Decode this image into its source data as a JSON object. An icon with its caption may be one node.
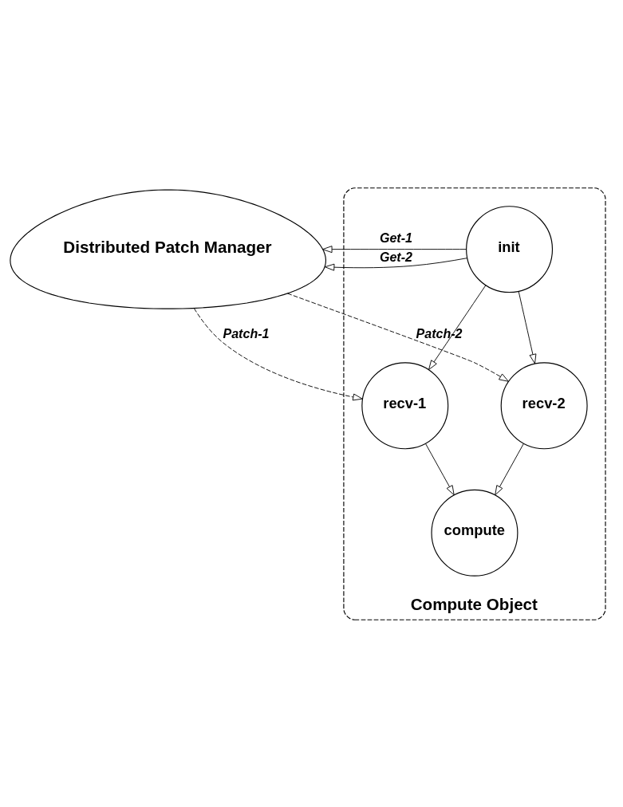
{
  "diagram": {
    "nodes": [
      {
        "text": [
          "Distributed Patch Manager"
        ]
      },
      {
        "text": [
          "Compute Object"
        ]
      },
      {
        "text": [
          "init"
        ],
        "in": 1
      },
      {
        "text": [
          "recv-1"
        ],
        "in": 1
      },
      {
        "text": [
          "recv-2"
        ],
        "in": 1
      },
      {
        "text": [
          "compute"
        ],
        "in": 1
      }
    ],
    "edges": [
      {
        "from": 2,
        "to": 0,
        "arrow": "to",
        "label": "Get-1"
      },
      {
        "from": 2,
        "to": 0,
        "arrow": "to",
        "label": "Get-2"
      },
      {
        "from": 0,
        "to": 3,
        "arrow": "to",
        "label": "Patch-1",
        "style": "dashed"
      },
      {
        "from": 0,
        "to": 4,
        "arrow": "to",
        "label": "Patch-2",
        "style": "dashed"
      },
      {
        "from": 2,
        "to": 3,
        "arrow": "to"
      },
      {
        "from": 2,
        "to": 4,
        "arrow": "to"
      },
      {
        "from": 3,
        "to": 5,
        "arrow": "to"
      },
      {
        "from": 4,
        "to": 5,
        "arrow": "to"
      }
    ]
  }
}
